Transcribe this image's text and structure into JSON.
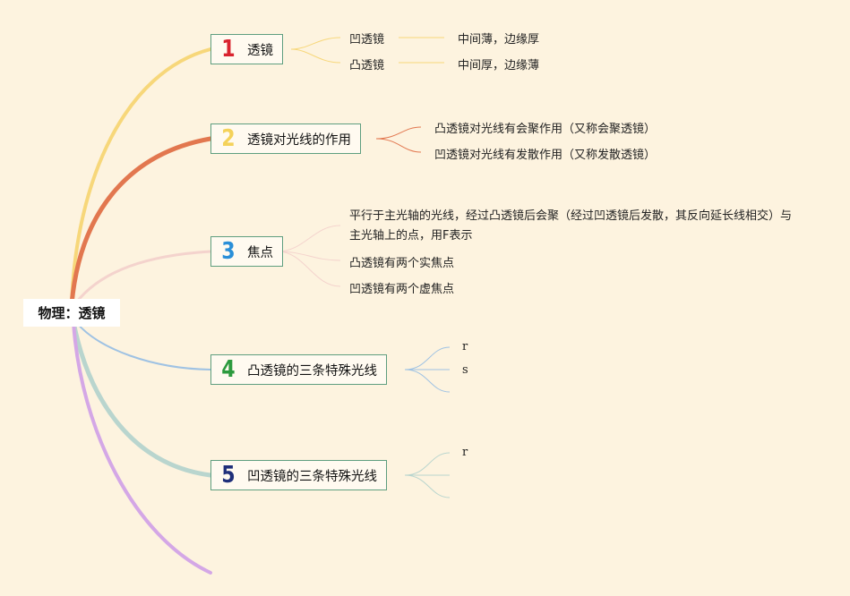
{
  "root": {
    "label": "物理：透镜"
  },
  "topics": [
    {
      "num": "1",
      "numColor": "#d9232f",
      "label": "透镜",
      "branchColor": "#f7d77a"
    },
    {
      "num": "2",
      "numColor": "#f4d25a",
      "label": "透镜对光线的作用",
      "branchColor": "#e2774f"
    },
    {
      "num": "3",
      "numColor": "#2a8fd8",
      "label": "焦点",
      "branchColor": "#f4d3cd"
    },
    {
      "num": "4",
      "numColor": "#2c9a3e",
      "label": "凸透镜的三条特殊光线",
      "branchColor": "#9fc2e3"
    },
    {
      "num": "5",
      "numColor": "#1f2f7a",
      "label": "凹透镜的三条特殊光线",
      "branchColor": "#b9d5ce"
    }
  ],
  "extraBranchColor": "#d4a7e6",
  "details": {
    "t1": [
      {
        "label": "凹透镜",
        "desc": "中间薄，边缘厚"
      },
      {
        "label": "凸透镜",
        "desc": "中间厚，边缘薄"
      }
    ],
    "t2": [
      "凸透镜对光线有会聚作用（又称会聚透镜）",
      "凹透镜对光线有发散作用（又称发散透镜）"
    ],
    "t3": [
      "平行于主光轴的光线，经过凸透镜后会聚（经过凹透镜后发散，其反向延长线相交）与主光轴上的点，用F表示",
      "凸透镜有两个实焦点",
      "凹透镜有两个虚焦点"
    ],
    "t4": [
      "r",
      "s",
      ""
    ],
    "t5": [
      "r",
      "",
      ""
    ]
  }
}
